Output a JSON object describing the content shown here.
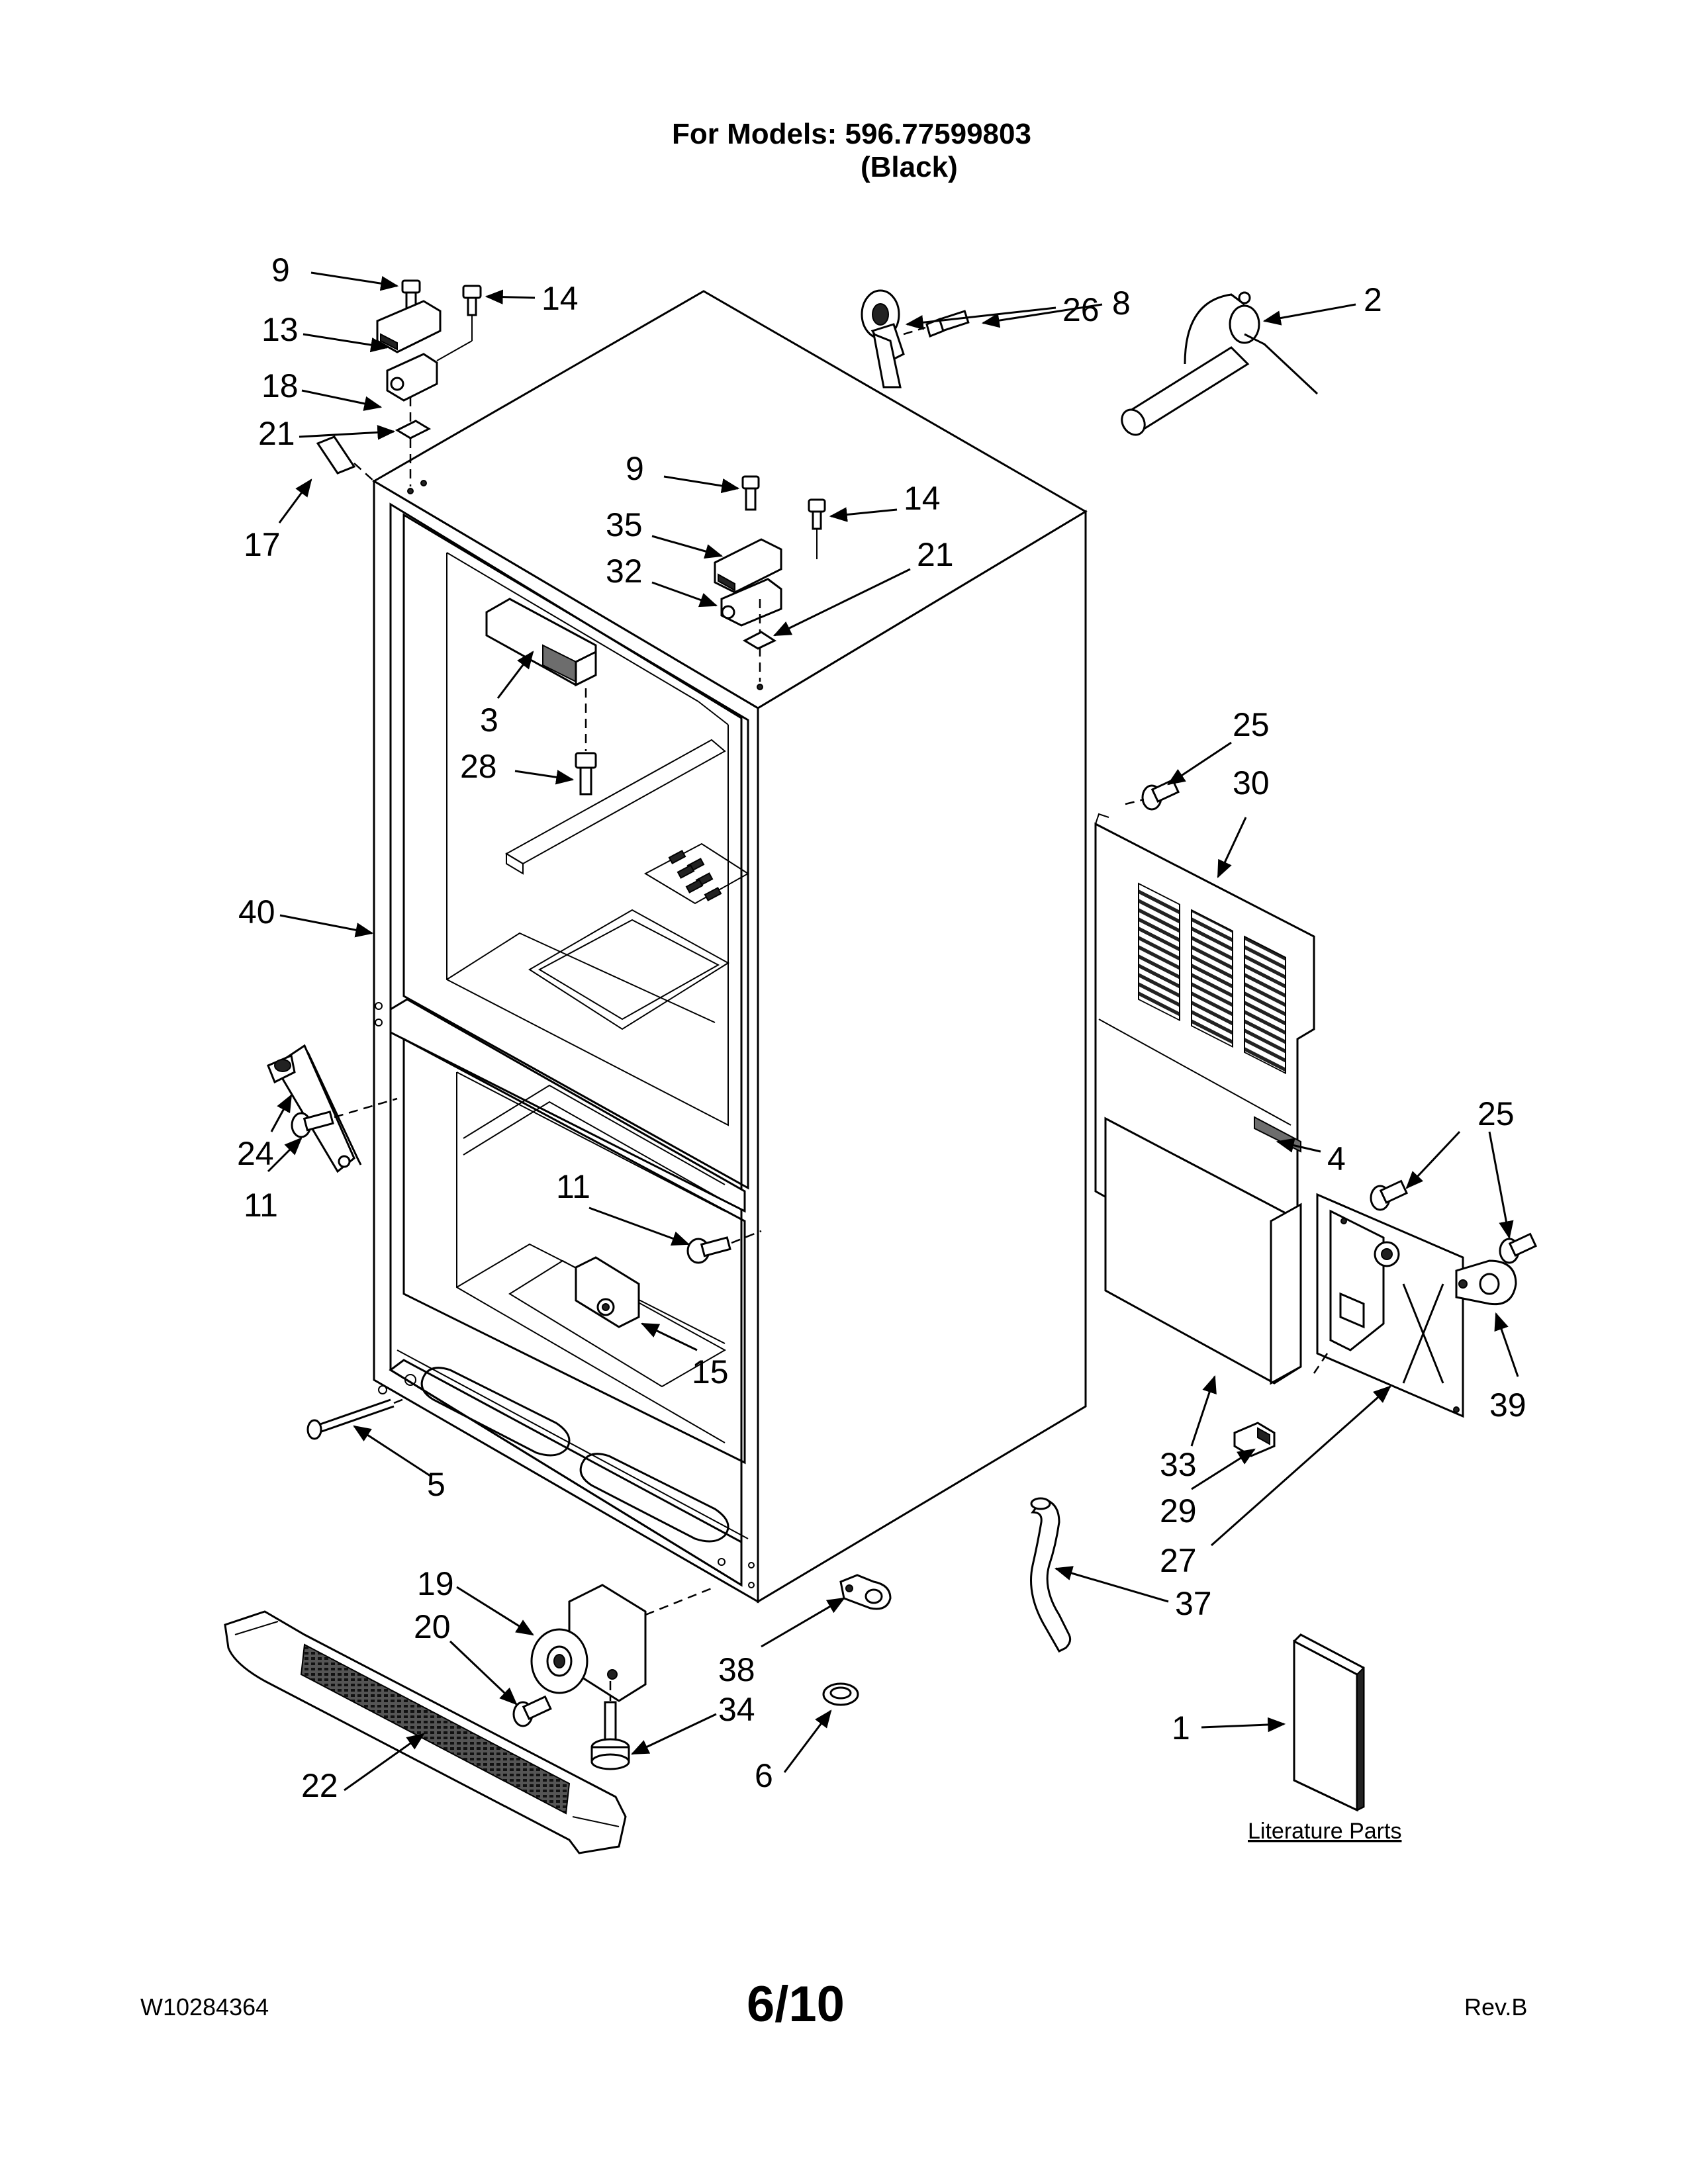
{
  "header": {
    "title_line1": "For Models: 596.77599803",
    "title_line2": "(Black)"
  },
  "footer": {
    "doc_number": "W10284364",
    "page": "6/10",
    "revision": "Rev.B"
  },
  "literature_label": "Literature Parts",
  "callouts": {
    "c9a": "9",
    "c14a": "14",
    "c13": "13",
    "c18": "18",
    "c21a": "21",
    "c17": "17",
    "c8": "8",
    "c26": "26",
    "c2": "2",
    "c9b": "9",
    "c14b": "14",
    "c35": "35",
    "c32": "32",
    "c21b": "21",
    "c3": "3",
    "c28": "28",
    "c25a": "25",
    "c30": "30",
    "c40": "40",
    "c24": "24",
    "c11a": "11",
    "c11b": "11",
    "c4": "4",
    "c25b": "25",
    "c15": "15",
    "c39": "39",
    "c5": "5",
    "c33": "33",
    "c29": "29",
    "c27": "27",
    "c19": "19",
    "c20": "20",
    "c38": "38",
    "c34": "34",
    "c37": "37",
    "c22": "22",
    "c6": "6",
    "c1": "1"
  }
}
